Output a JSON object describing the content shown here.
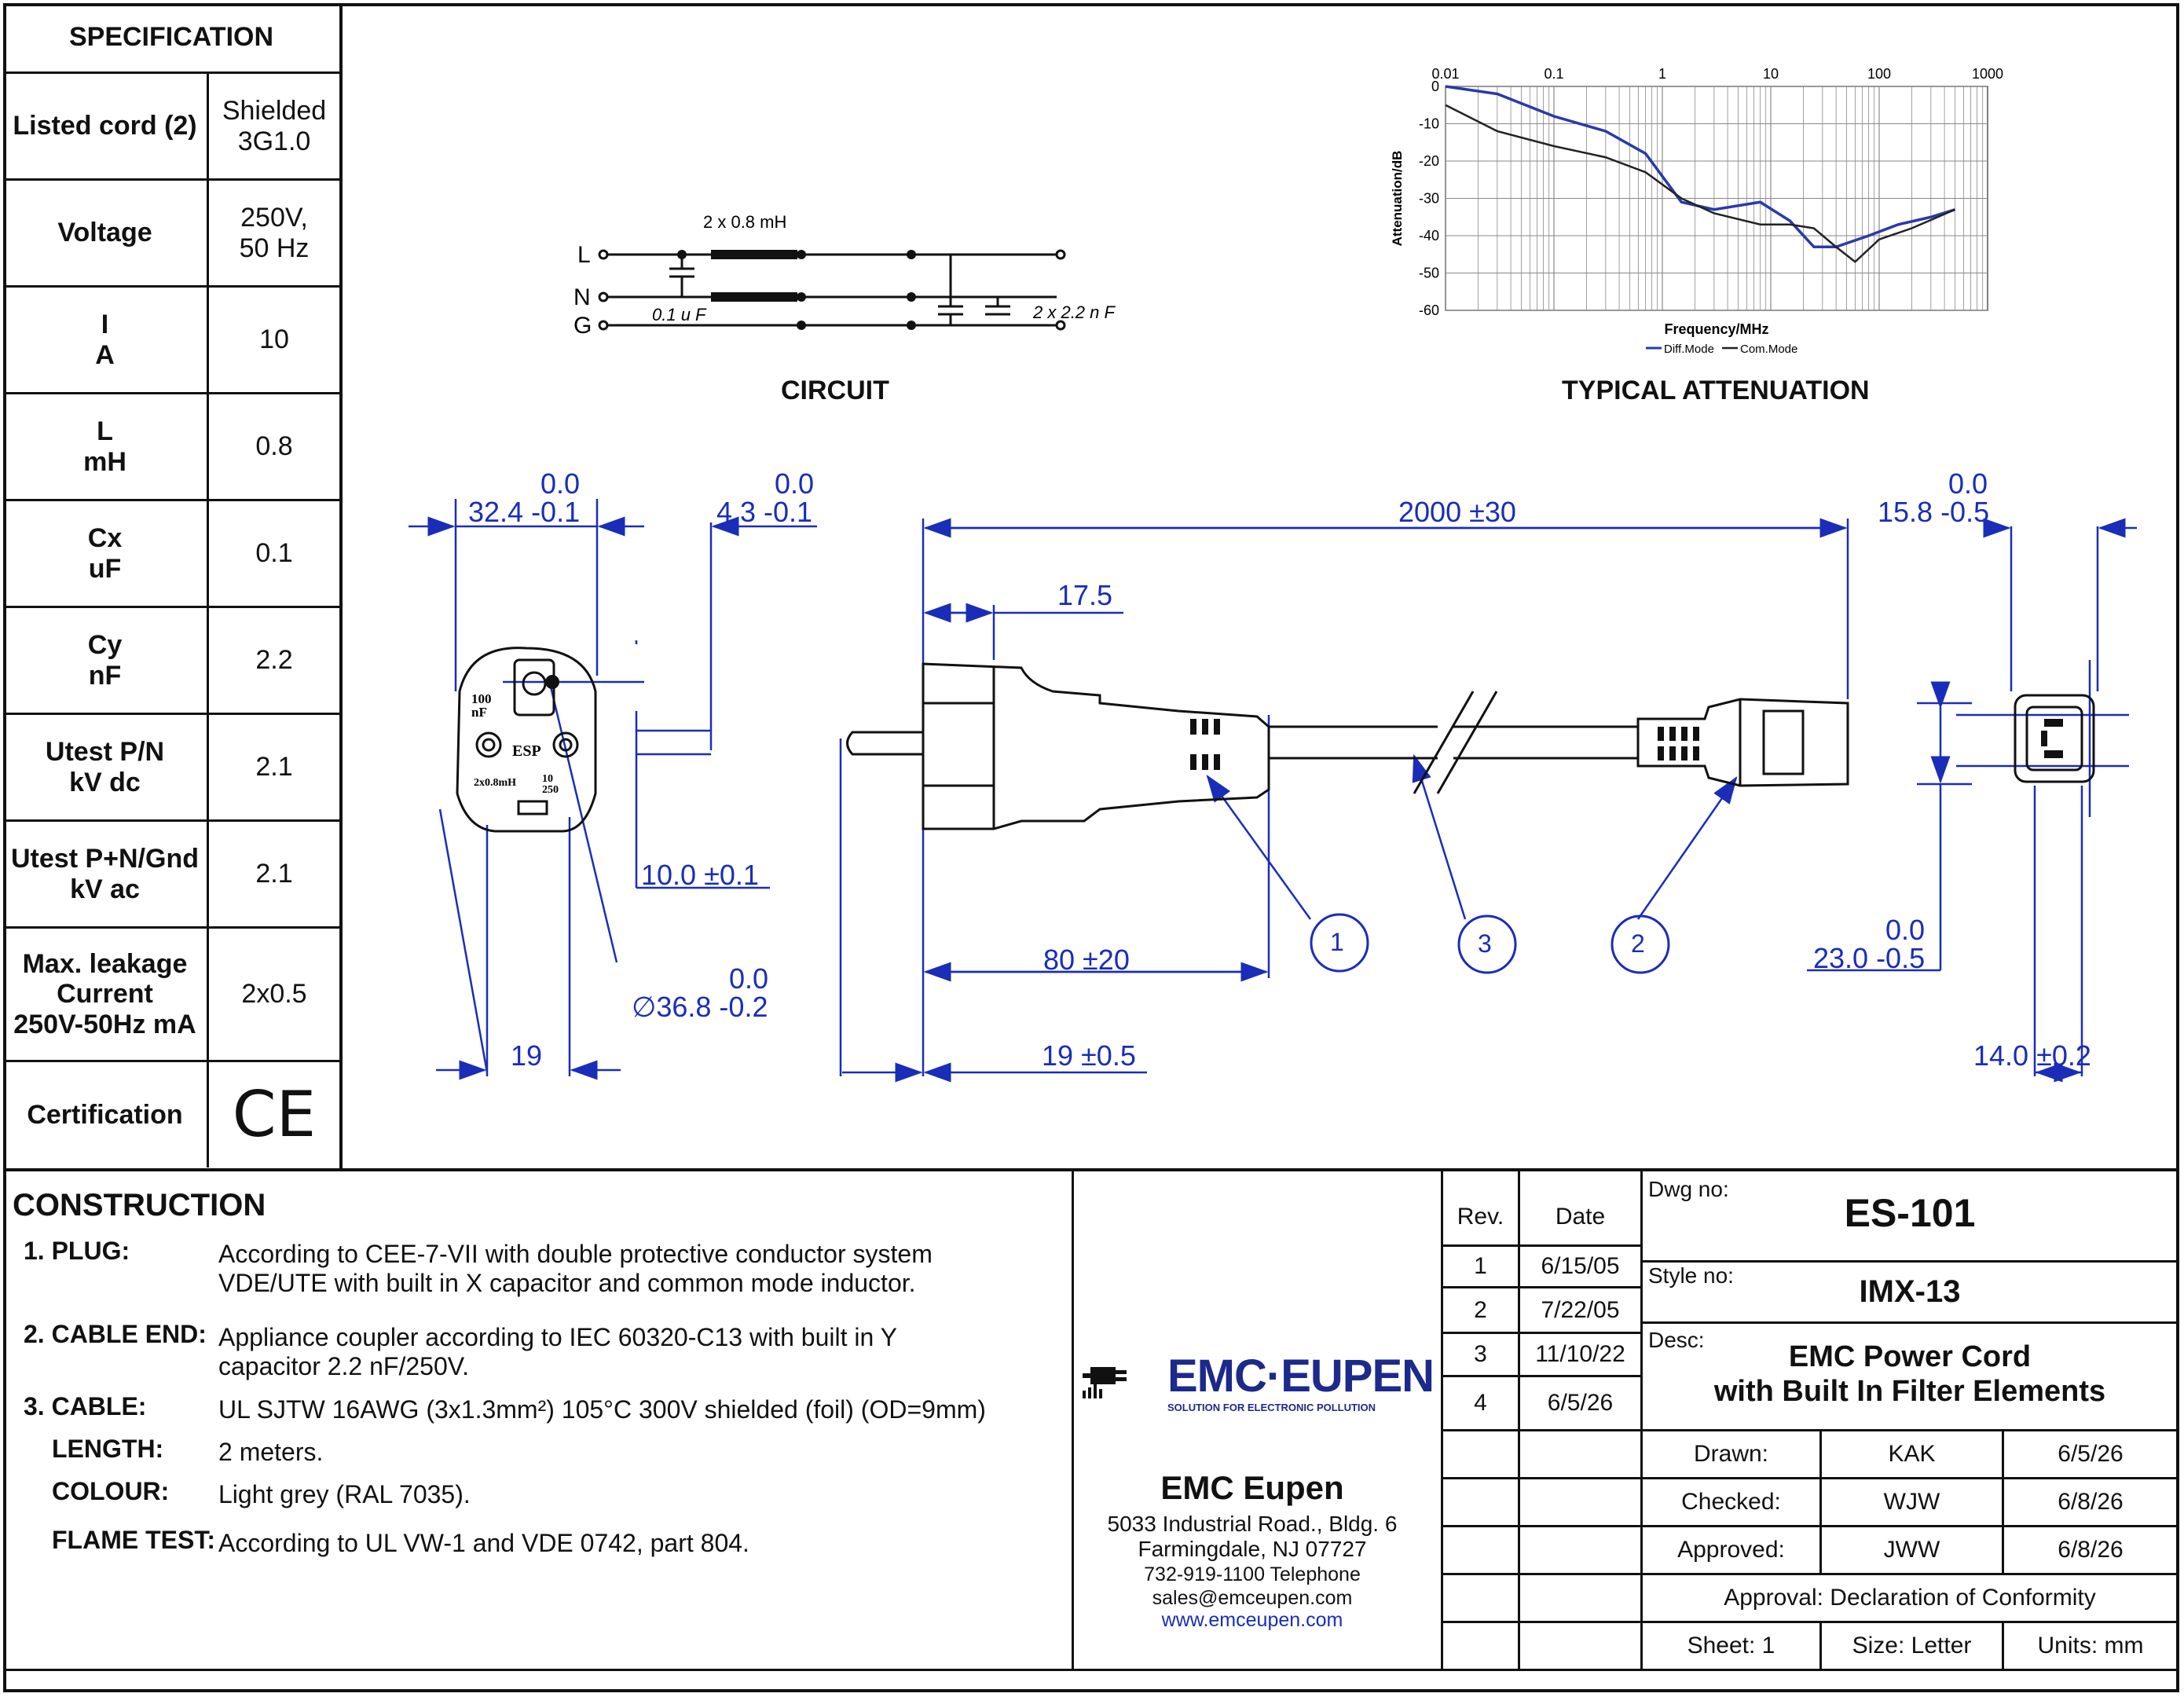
{
  "spec": {
    "title": "SPECIFICATION",
    "rows": [
      {
        "label": "Listed cord (2)",
        "value": "Shielded\n3G1.0"
      },
      {
        "label": "Voltage",
        "value": "250V,\n50 Hz"
      },
      {
        "label": "I\nA",
        "value": "10"
      },
      {
        "label": "L\nmH",
        "value": "0.8"
      },
      {
        "label": "Cx\nuF",
        "value": "0.1"
      },
      {
        "label": "Cy\nnF",
        "value": "2.2"
      },
      {
        "label": "Utest P/N\nkV dc",
        "value": "2.1"
      },
      {
        "label": "Utest P+N/Gnd\nkV ac",
        "value": "2.1"
      },
      {
        "label": "Max. leakage\nCurrent\n250V-50Hz mA",
        "value": "2x0.5"
      },
      {
        "label": "Certification",
        "value": "CE"
      }
    ]
  },
  "circuit": {
    "heading": "CIRCUIT",
    "inductor_label": "2 x 0.8 mH",
    "cx_label": "0.1 u F",
    "cy_label": "2 x 2.2 n F",
    "lines": [
      "L",
      "N",
      "G"
    ]
  },
  "attenuation": {
    "heading": "TYPICAL ATTENUATION",
    "xlabel": "Frequency/MHz",
    "ylabel": "Attenuation/dB",
    "x_ticks": [
      "0.01",
      "0.1",
      "1",
      "10",
      "100",
      "1000"
    ],
    "y_ticks": [
      "0",
      "-10",
      "-20",
      "-30",
      "-40",
      "-50",
      "-60"
    ],
    "legend": [
      "Diff.Mode",
      "Com.Mode"
    ],
    "colors": {
      "diff": "#2a3aa8",
      "com": "#222222"
    }
  },
  "chart_data": {
    "type": "line",
    "xlabel": "Frequency/MHz",
    "ylabel": "Attenuation/dB",
    "x_scale": "log",
    "xlim": [
      0.01,
      1000
    ],
    "ylim": [
      -60,
      0
    ],
    "series": [
      {
        "name": "Diff.Mode",
        "x": [
          0.01,
          0.03,
          0.1,
          0.3,
          0.7,
          1.5,
          3,
          8,
          15,
          25,
          40,
          80,
          150,
          300,
          500
        ],
        "y": [
          0,
          -2,
          -8,
          -12,
          -18,
          -31,
          -33,
          -31,
          -36,
          -43,
          -43,
          -40,
          -37,
          -35,
          -33
        ]
      },
      {
        "name": "Com.Mode",
        "x": [
          0.01,
          0.03,
          0.1,
          0.3,
          0.7,
          1.5,
          3,
          8,
          15,
          25,
          40,
          60,
          100,
          200,
          500
        ],
        "y": [
          -5,
          -12,
          -16,
          -19,
          -23,
          -30,
          -34,
          -37,
          -37,
          -38,
          -43,
          -47,
          -41,
          -38,
          -33
        ]
      }
    ]
  },
  "dims": {
    "plug_width_top": "0.0",
    "plug_width": "32.4 -0.1",
    "pin_top": "0.0",
    "pin": "4.3 -0.1",
    "length": "2000 ±30",
    "coupler_top": "0.0",
    "coupler": "15.8 -0.5",
    "d17": "17.5",
    "d10": "10.0 ±0.1",
    "dia_top": "0.0",
    "dia": "∅36.8 -0.2",
    "d19a": "19",
    "d80": "80 ±20",
    "d19b": "19 ±0.5",
    "d23_top": "0.0",
    "d23": "23.0 -0.5",
    "d14": "14.0 ±0.2",
    "callouts": [
      "1",
      "3",
      "2"
    ],
    "plug_marks": [
      "100\nnF",
      "ESP",
      "2x0.8mH",
      "10\n250"
    ]
  },
  "construction": {
    "title": "CONSTRUCTION",
    "items": [
      {
        "label": "1. PLUG:",
        "text": "According to CEE-7-VII with double protective conductor system\nVDE/UTE with built in X capacitor and common mode inductor."
      },
      {
        "label": "2. CABLE END:",
        "text": "Appliance coupler according to IEC 60320-C13 with built in Y\ncapacitor 2.2 nF/250V."
      },
      {
        "label": "3. CABLE:",
        "text": "UL SJTW 16AWG (3x1.3mm²) 105°C 300V shielded (foil) (OD=9mm)"
      },
      {
        "label": "LENGTH:",
        "text": "2 meters."
      },
      {
        "label": "COLOUR:",
        "text": "Light grey (RAL 7035)."
      },
      {
        "label": "FLAME TEST:",
        "text": "According to UL VW-1 and VDE 0742, part 804."
      }
    ]
  },
  "company": {
    "logo": "EMC·EUPEN",
    "tagline": "SOLUTION FOR ELECTRONIC POLLUTION",
    "name": "EMC Eupen",
    "address1": "5033 Industrial Road., Bldg. 6",
    "address2": "Farmingdale, NJ 07727",
    "phone": "732-919-1100 Telephone",
    "email": "sales@emceupen.com",
    "web": "www.emceupen.com"
  },
  "revisions": {
    "rev_header": "Rev.",
    "date_header": "Date",
    "rows": [
      {
        "rev": "1",
        "date": "6/15/05"
      },
      {
        "rev": "2",
        "date": "7/22/05"
      },
      {
        "rev": "3",
        "date": "11/10/22"
      },
      {
        "rev": "4",
        "date": "6/5/26"
      }
    ]
  },
  "titleblock": {
    "dwg_label": "Dwg no:",
    "dwg_no": "ES-101",
    "style_label": "Style no:",
    "style_no": "IMX-13",
    "desc_label": "Desc:",
    "desc": "EMC Power Cord\nwith Built In Filter Elements",
    "drawn_label": "Drawn:",
    "drawn_by": "KAK",
    "drawn_date": "6/5/26",
    "checked_label": "Checked:",
    "checked_by": "WJW",
    "checked_date": "6/8/26",
    "approved_label": "Approved:",
    "approved_by": "JWW",
    "approved_date": "6/8/26",
    "approval": "Approval: Declaration of Conformity",
    "sheet": "Sheet: 1",
    "size": "Size: Letter",
    "units": "Units: mm"
  }
}
